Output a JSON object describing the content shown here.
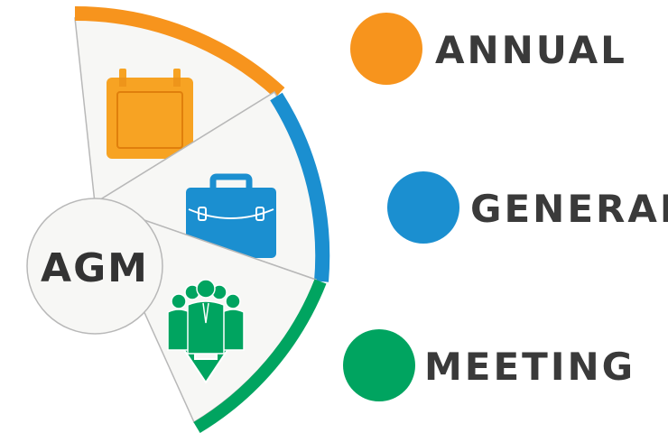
{
  "center": {
    "label": "AGM"
  },
  "colors": {
    "orange": "#F7941D",
    "blue": "#1B8FD0",
    "green": "#00A460",
    "segment_fill": "#F7F7F5",
    "segment_stroke": "#B8B8B8",
    "text": "#3A3A3A"
  },
  "segments": [
    {
      "icon": "calendar-icon",
      "color": "#F7941D"
    },
    {
      "icon": "briefcase-icon",
      "color": "#1B8FD0"
    },
    {
      "icon": "team-download-icon",
      "color": "#00A460"
    }
  ],
  "legend": [
    {
      "word": "ANNUAL",
      "color": "#F7941D"
    },
    {
      "word": "GENERAL",
      "color": "#1B8FD0"
    },
    {
      "word": "MEETING",
      "color": "#00A460"
    }
  ]
}
